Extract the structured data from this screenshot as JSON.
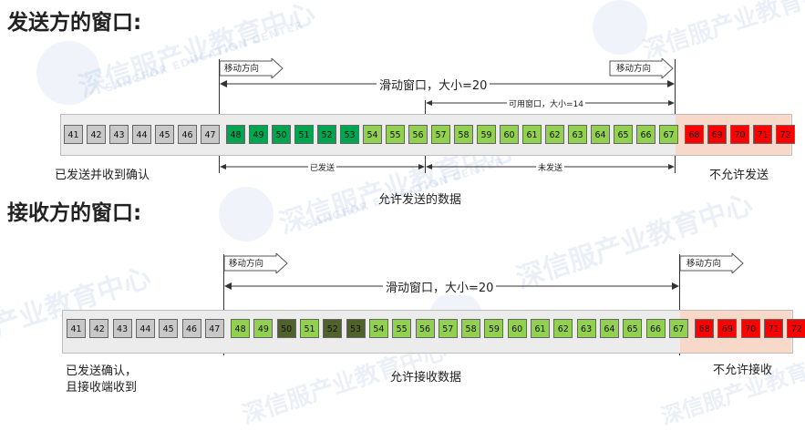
{
  "sender": {
    "title": "发送方的窗口:",
    "direction_left": "移动方向",
    "direction_right": "移动方向",
    "window_label": "滑动窗口，大小=20",
    "usable_label": "可用窗口，大小=14",
    "sent_label": "已发送",
    "unsent_label": "未发送",
    "acked_label": "已发送并收到确认",
    "allowed_label": "允许发送的数据",
    "forbidden_label": "不允许发送",
    "cells": [
      {
        "n": "41",
        "state": "gray"
      },
      {
        "n": "42",
        "state": "gray"
      },
      {
        "n": "43",
        "state": "gray"
      },
      {
        "n": "44",
        "state": "gray"
      },
      {
        "n": "45",
        "state": "gray"
      },
      {
        "n": "46",
        "state": "gray"
      },
      {
        "n": "47",
        "state": "gray"
      },
      {
        "n": "48",
        "state": "dark-green"
      },
      {
        "n": "49",
        "state": "dark-green"
      },
      {
        "n": "50",
        "state": "dark-green"
      },
      {
        "n": "51",
        "state": "dark-green"
      },
      {
        "n": "52",
        "state": "dark-green"
      },
      {
        "n": "53",
        "state": "dark-green"
      },
      {
        "n": "54",
        "state": "light-green"
      },
      {
        "n": "55",
        "state": "light-green"
      },
      {
        "n": "56",
        "state": "light-green"
      },
      {
        "n": "57",
        "state": "light-green"
      },
      {
        "n": "58",
        "state": "light-green"
      },
      {
        "n": "59",
        "state": "light-green"
      },
      {
        "n": "60",
        "state": "light-green"
      },
      {
        "n": "61",
        "state": "light-green"
      },
      {
        "n": "62",
        "state": "light-green"
      },
      {
        "n": "63",
        "state": "light-green"
      },
      {
        "n": "64",
        "state": "light-green"
      },
      {
        "n": "65",
        "state": "light-green"
      },
      {
        "n": "66",
        "state": "light-green"
      },
      {
        "n": "67",
        "state": "light-green"
      },
      {
        "n": "68",
        "state": "red"
      },
      {
        "n": "69",
        "state": "red"
      },
      {
        "n": "70",
        "state": "red"
      },
      {
        "n": "71",
        "state": "red"
      },
      {
        "n": "72",
        "state": "red"
      }
    ]
  },
  "receiver": {
    "title": "接收方的窗口:",
    "direction_left": "移动方向",
    "direction_right": "移动方向",
    "window_label": "滑动窗口，大小=20",
    "acked_label_line1": "已发送确认，",
    "acked_label_line2": "且接收端收到",
    "allowed_label": "允许接收数据",
    "forbidden_label": "不允许接收",
    "cells": [
      {
        "n": "41",
        "state": "gray"
      },
      {
        "n": "42",
        "state": "gray"
      },
      {
        "n": "43",
        "state": "gray"
      },
      {
        "n": "44",
        "state": "gray"
      },
      {
        "n": "45",
        "state": "gray"
      },
      {
        "n": "46",
        "state": "gray"
      },
      {
        "n": "47",
        "state": "gray"
      },
      {
        "n": "48",
        "state": "light-green"
      },
      {
        "n": "49",
        "state": "light-green"
      },
      {
        "n": "50",
        "state": "olive"
      },
      {
        "n": "51",
        "state": "light-green"
      },
      {
        "n": "52",
        "state": "olive"
      },
      {
        "n": "53",
        "state": "olive"
      },
      {
        "n": "54",
        "state": "light-green"
      },
      {
        "n": "55",
        "state": "light-green"
      },
      {
        "n": "56",
        "state": "light-green"
      },
      {
        "n": "57",
        "state": "light-green"
      },
      {
        "n": "58",
        "state": "light-green"
      },
      {
        "n": "59",
        "state": "light-green"
      },
      {
        "n": "60",
        "state": "light-green"
      },
      {
        "n": "61",
        "state": "light-green"
      },
      {
        "n": "62",
        "state": "light-green"
      },
      {
        "n": "63",
        "state": "light-green"
      },
      {
        "n": "64",
        "state": "light-green"
      },
      {
        "n": "65",
        "state": "light-green"
      },
      {
        "n": "66",
        "state": "light-green"
      },
      {
        "n": "67",
        "state": "light-green"
      },
      {
        "n": "68",
        "state": "red"
      },
      {
        "n": "69",
        "state": "red"
      },
      {
        "n": "70",
        "state": "red"
      },
      {
        "n": "71",
        "state": "red"
      },
      {
        "n": "72",
        "state": "red"
      }
    ]
  },
  "watermark": {
    "text": "深信服产业教育中心",
    "subtext": "SANGFOR EDUCATION CENTER"
  },
  "colors": {
    "gray": "#c8c8c8",
    "dark-green": "#00a550",
    "light-green": "#92d050",
    "olive": "#4f6228",
    "red": "#ff0000",
    "forbidden_bg": "#f8d8c8",
    "bar_bg": "#ececec"
  }
}
